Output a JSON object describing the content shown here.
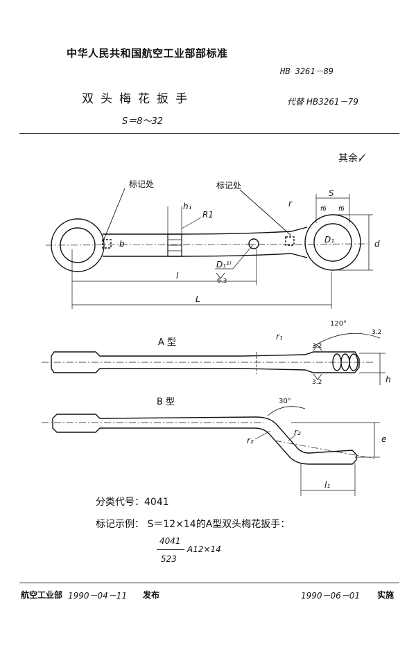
{
  "header": {
    "organization": "中华人民共和国航空工业部部标准",
    "standard_number": "HB 3261－89",
    "title": "双头梅花扳手",
    "replaces": "代替 HB3261－79",
    "size_range": "S＝8～32"
  },
  "drawing": {
    "roughness_label": "其余",
    "mark_location_labels": [
      "标记处",
      "标记处"
    ],
    "dimension_labels": {
      "s": "S",
      "f6": "f6",
      "r": "r",
      "h1": "h₁",
      "R1": "R1",
      "b": "b",
      "D1": "D₁",
      "D1_ref": "D₁¹⁾",
      "d": "d",
      "l": "l",
      "L": "L",
      "roughness_63": "6.3",
      "roughness_32": "3.2",
      "angle_120": "120°",
      "angle_30": "30°",
      "r1": "r₁",
      "r2": "r₂",
      "h": "h",
      "e": "e",
      "l1": "l₁"
    },
    "type_a_label": "A 型",
    "type_b_label": "B 型"
  },
  "notes": {
    "classification": "分类代号：4041",
    "marking_example": "标记示例： S＝12×14的A型双头梅花扳手：",
    "fraction_numerator": "4041",
    "fraction_denominator": "523",
    "fraction_tail": "A12×14"
  },
  "footer": {
    "issuer": "航空工业部",
    "issue_date": "1990－04－11",
    "issue_word": "发布",
    "implementation_date": "1990－06－01",
    "implementation_word": "实施"
  }
}
